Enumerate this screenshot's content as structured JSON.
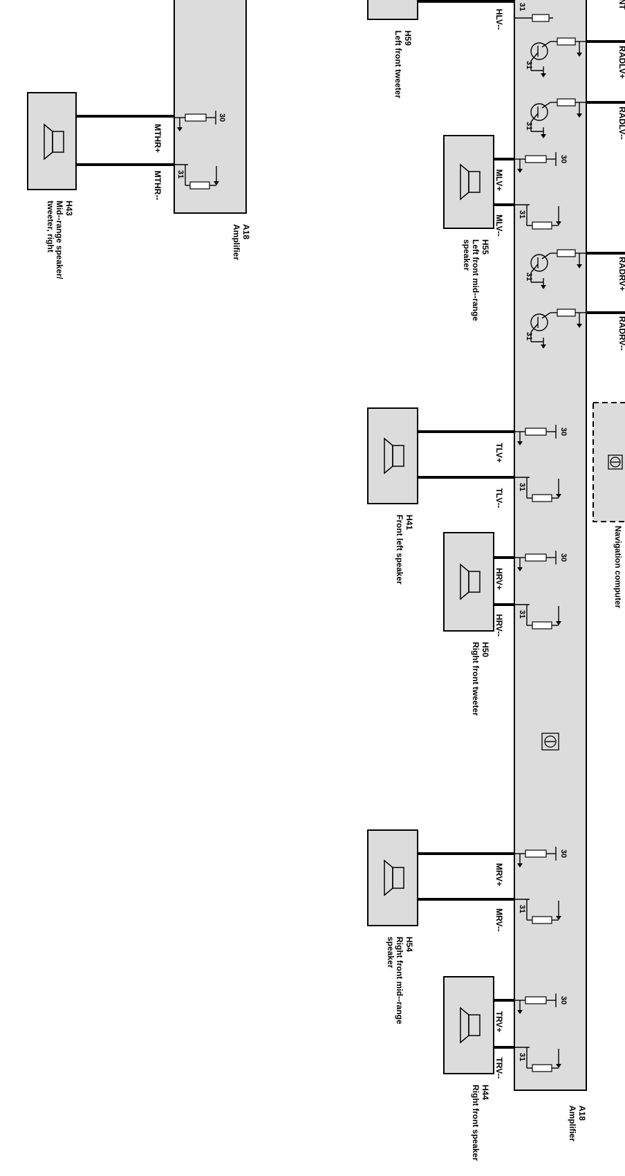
{
  "colors": {
    "module_fill": "#dcdcdc",
    "line": "#000000",
    "background": "#ffffff"
  },
  "amplifier_left": {
    "ref": "A18",
    "name": "Amplifier"
  },
  "amplifier_main": {
    "ref": "A18",
    "name": "Amplifier"
  },
  "navigation": {
    "name": "Navigation computer",
    "icon": "ground-symbol-icon"
  },
  "speakers": [
    {
      "id": "h43",
      "ref": "H43",
      "name_line1": "Mid--range speaker/",
      "name_line2": "tweeter, right",
      "sig_plus": "MTHR+",
      "sig_minus": "MTHR--"
    },
    {
      "id": "h59",
      "ref": "H59",
      "name_line1": "Left front tweeter",
      "name_line2": "",
      "sig_plus": "",
      "sig_minus": "HLV--"
    },
    {
      "id": "h55",
      "ref": "H55",
      "name_line1": "Left front mid--range",
      "name_line2": "speaker",
      "sig_plus": "MLV+",
      "sig_minus": "MLV--"
    },
    {
      "id": "h41",
      "ref": "H41",
      "name_line1": "Front left speaker",
      "name_line2": "",
      "sig_plus": "TLV+",
      "sig_minus": "TLV--"
    },
    {
      "id": "h50",
      "ref": "H50",
      "name_line1": "Right front tweeter",
      "name_line2": "",
      "sig_plus": "HRV+",
      "sig_minus": "HRV--"
    },
    {
      "id": "h54",
      "ref": "H54",
      "name_line1": "Right front mid--range",
      "name_line2": "speaker",
      "sig_plus": "MRV+",
      "sig_minus": "MRV--"
    },
    {
      "id": "h44",
      "ref": "H44",
      "name_line1": "Right front speaker",
      "name_line2": "",
      "sig_plus": "TRV+",
      "sig_minus": "TRV--"
    }
  ],
  "inputs": [
    "NT",
    "RADLV+",
    "RADLV--",
    "RADRV+",
    "RADRV--"
  ],
  "pins": {
    "supply": "30",
    "ground": "31"
  }
}
